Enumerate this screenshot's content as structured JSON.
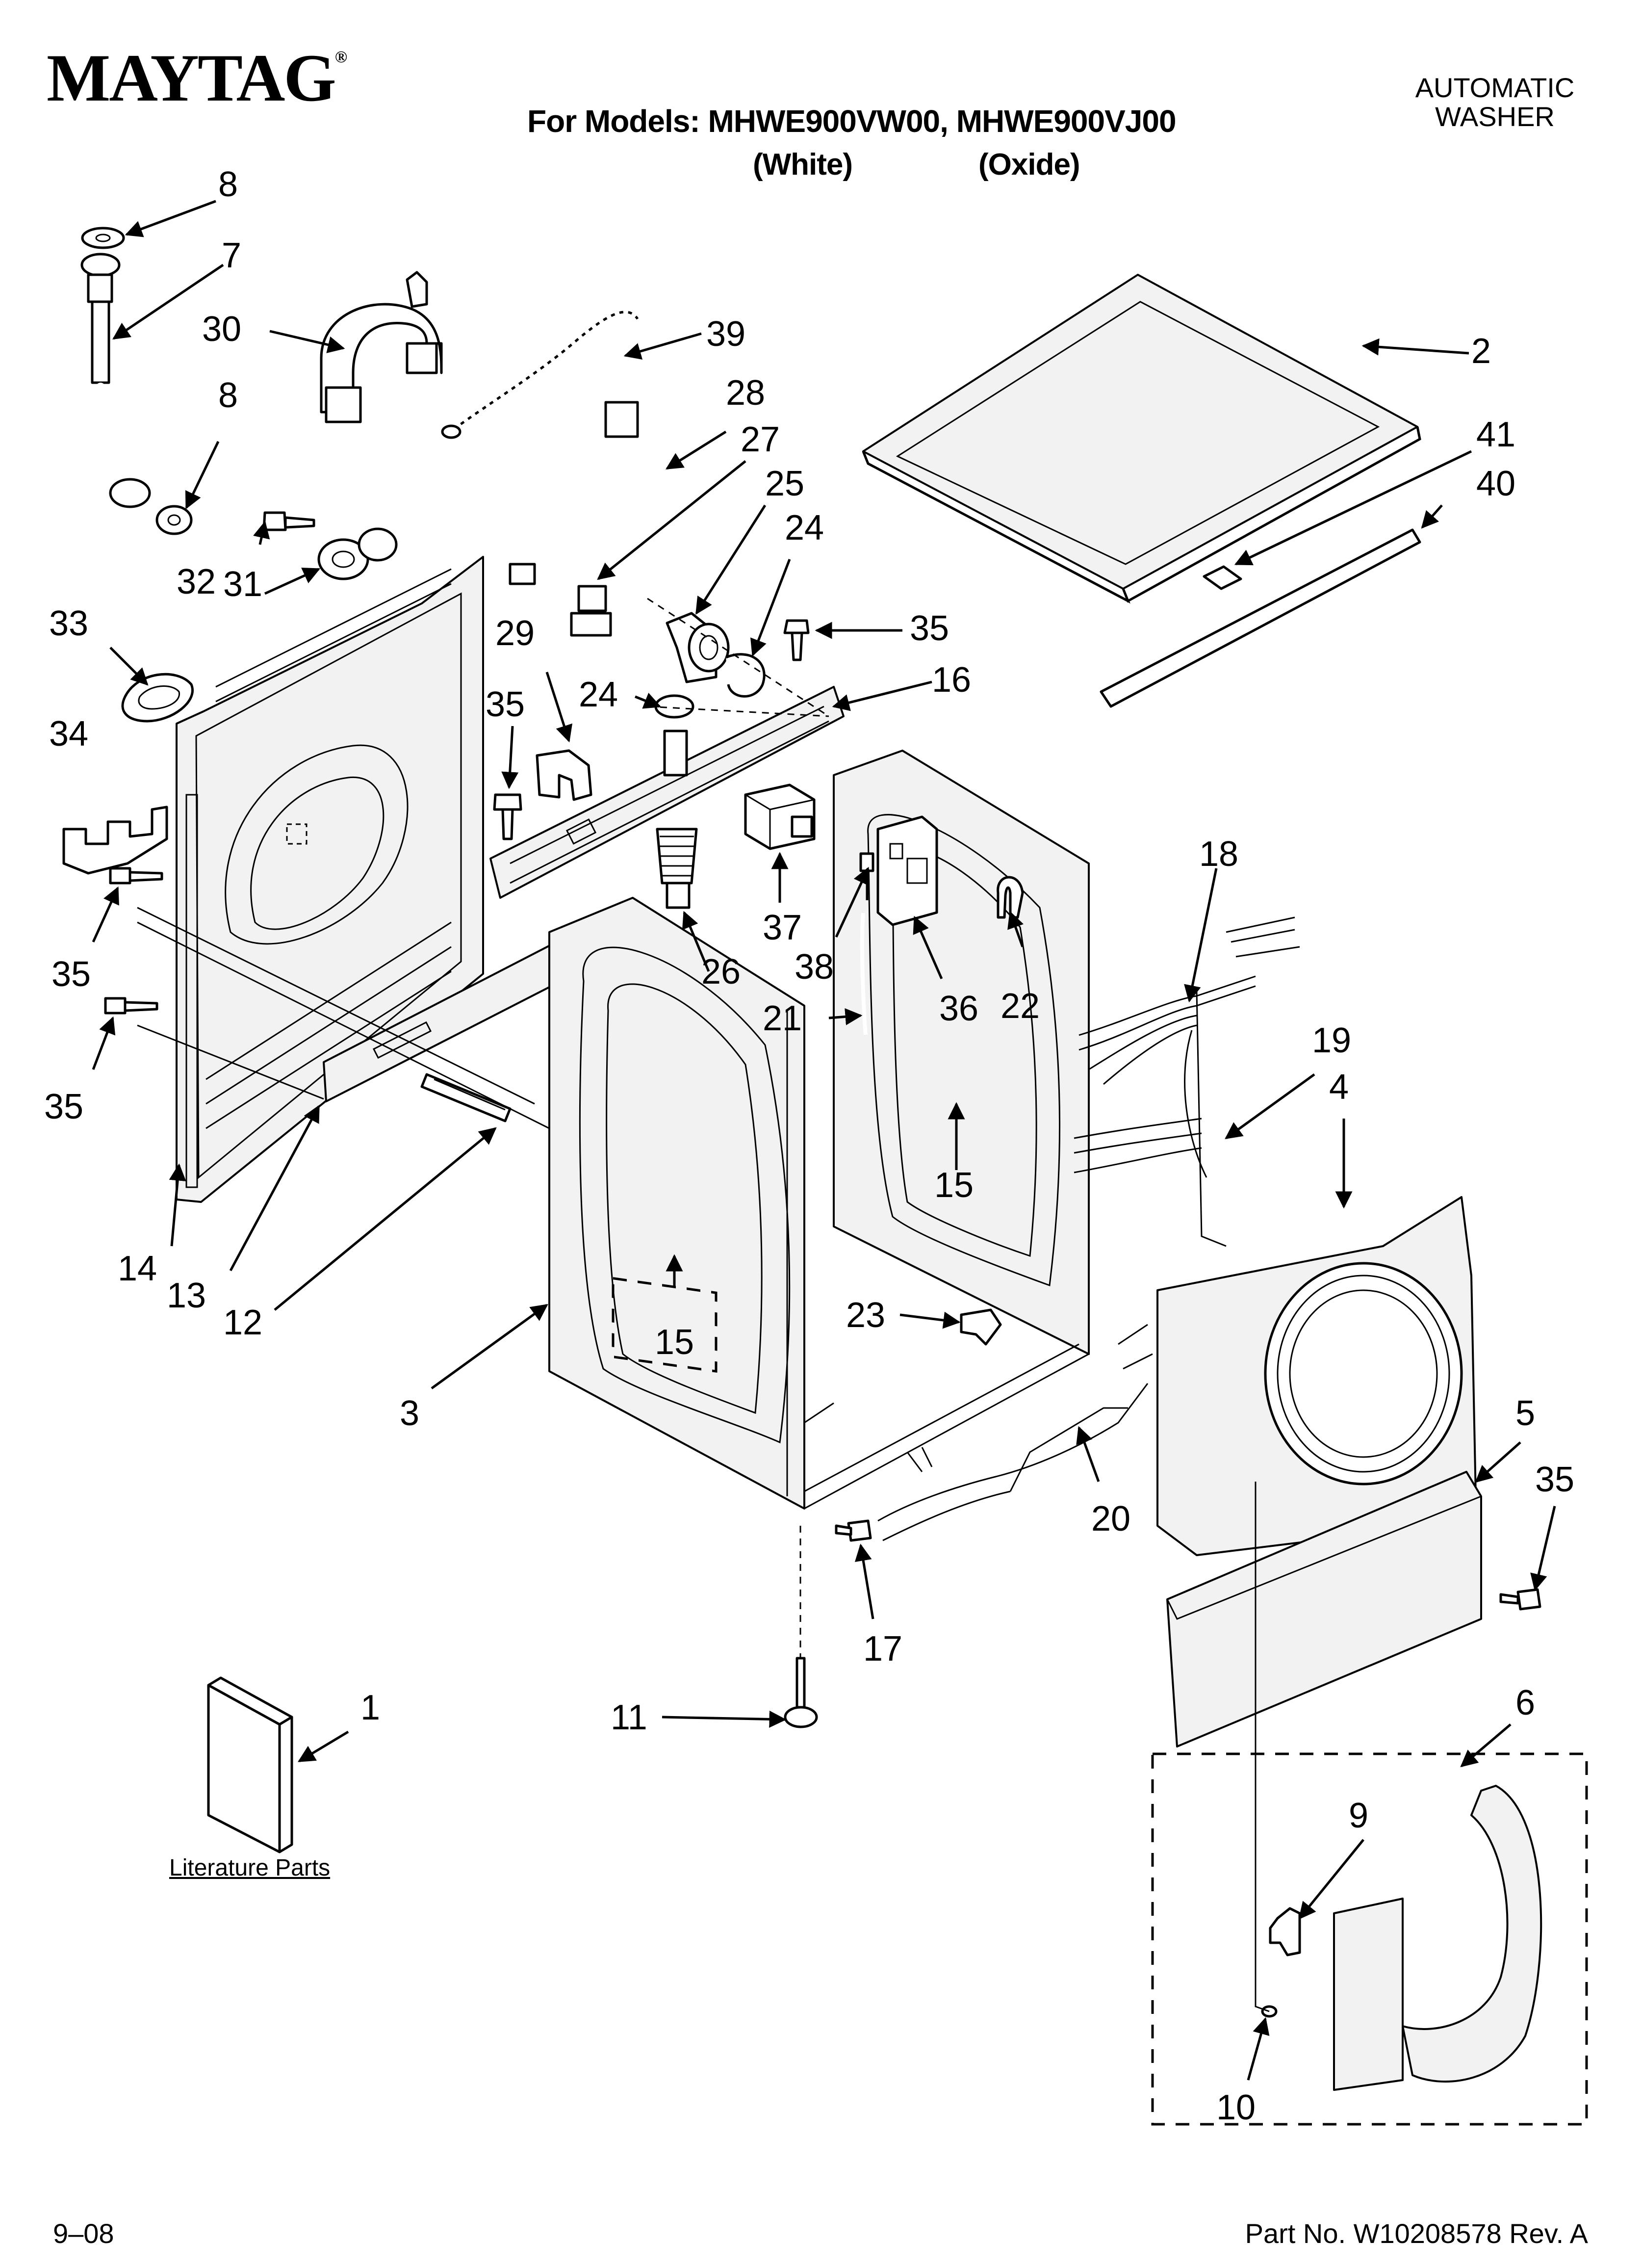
{
  "header": {
    "brand": "MAYTAG",
    "brand_mark": "®",
    "models_line": "For Models: MHWE900VW00, MHWE900VJ00",
    "color_white": "(White)",
    "color_oxide": "(Oxide)",
    "doc_type_line1": "AUTOMATIC",
    "doc_type_line2": "WASHER"
  },
  "footer": {
    "date": "9–08",
    "part_number": "Part No. W10208578 Rev. A"
  },
  "literature_label": "Literature Parts",
  "callouts": {
    "c1": "1",
    "c2": "2",
    "c3": "3",
    "c4": "4",
    "c5": "5",
    "c6": "6",
    "c7": "7",
    "c8a": "8",
    "c8b": "8",
    "c9": "9",
    "c10": "10",
    "c11": "11",
    "c12": "12",
    "c13": "13",
    "c14": "14",
    "c15a": "15",
    "c15b": "15",
    "c16": "16",
    "c17": "17",
    "c18": "18",
    "c19": "19",
    "c20": "20",
    "c21": "21",
    "c22": "22",
    "c23": "23",
    "c24a": "24",
    "c24b": "24",
    "c25": "25",
    "c26": "26",
    "c27": "27",
    "c28": "28",
    "c29": "29",
    "c30": "30",
    "c31": "31",
    "c32": "32",
    "c33": "33",
    "c34": "34",
    "c35a": "35",
    "c35b": "35",
    "c35c": "35",
    "c35d": "35",
    "c35e": "35",
    "c36": "36",
    "c37": "37",
    "c38": "38",
    "c39": "39",
    "c40": "40",
    "c41": "41"
  },
  "icons": {
    "arrow": "arrow-icon"
  }
}
